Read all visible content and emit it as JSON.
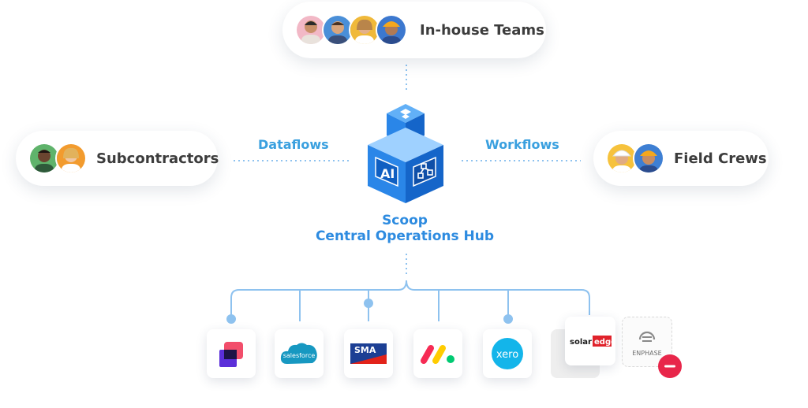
{
  "diagram": {
    "top_group": {
      "label": "In-house Teams",
      "avatar_count": 4
    },
    "left_group": {
      "label": "Subcontractors",
      "avatar_count": 2
    },
    "right_group": {
      "label": "Field Crews",
      "avatar_count": 2
    },
    "left_link_label": "Dataflows",
    "right_link_label": "Workflows",
    "hub": {
      "name": "Scoop",
      "subtitle": "Central Operations Hub",
      "cube_badges": [
        "AI"
      ]
    },
    "integrations": [
      {
        "id": "procore-like",
        "icon": "stacked-squares-logo-icon"
      },
      {
        "id": "salesforce",
        "label": "salesforce",
        "icon": "salesforce-cloud-icon"
      },
      {
        "id": "sma",
        "label": "SMA",
        "icon": "sma-logo-icon"
      },
      {
        "id": "monday",
        "icon": "monday-logo-icon"
      },
      {
        "id": "xero",
        "label": "xero",
        "icon": "xero-logo-icon"
      },
      {
        "id": "solaredge",
        "label_a": "solar",
        "label_b": "edge",
        "icon": "solaredge-logo-icon"
      },
      {
        "id": "enphase",
        "label": "ENPHASE",
        "icon": "enphase-logo-icon"
      }
    ],
    "colors": {
      "accent_blue": "#2d8be0",
      "link_blue": "#3aa0df",
      "cube_blue": "#1f7fe0",
      "line_blue": "#8ec2ef",
      "remove_red": "#e8264a"
    }
  }
}
